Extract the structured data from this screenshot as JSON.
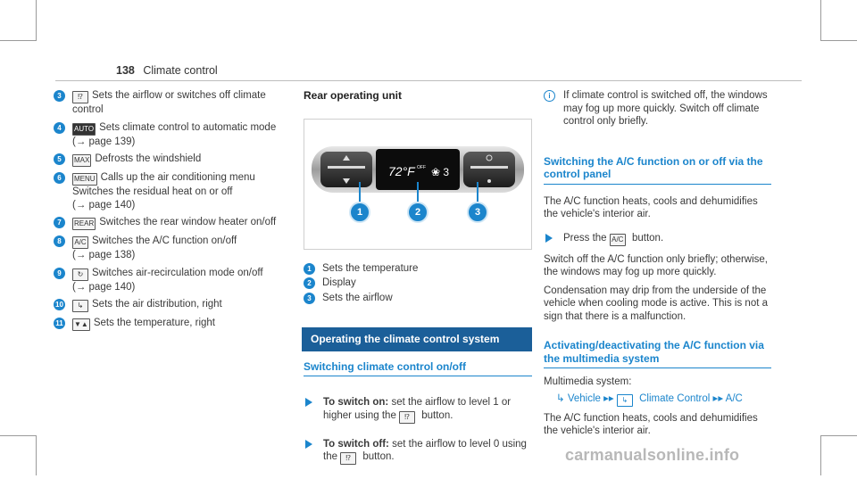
{
  "header": {
    "page_number": "138",
    "section": "Climate control"
  },
  "left_items": [
    {
      "num": "3",
      "icon": "fan-icon",
      "glyph": "⁉",
      "text": "Sets the airflow or switches off climate control"
    },
    {
      "num": "4",
      "icon": "auto-icon",
      "glyph": "AUTO",
      "text": "Sets climate control to automatic mode (→ page 139)"
    },
    {
      "num": "5",
      "icon": "windshield-defrost-icon",
      "glyph": "MAX",
      "text": "Defrosts the windshield"
    },
    {
      "num": "6",
      "icon": "menu-icon",
      "glyph": "MENU",
      "text": "Calls up the air conditioning menu\nSwitches the residual heat on or off\n(→ page 140)"
    },
    {
      "num": "7",
      "icon": "rear-window-heater-icon",
      "glyph": "REAR",
      "text": "Switches the rear window heater on/off"
    },
    {
      "num": "8",
      "icon": "ac-icon",
      "glyph": "A/C",
      "text": "Switches the A/C function on/off\n(→ page 138)"
    },
    {
      "num": "9",
      "icon": "recirculation-icon",
      "glyph": "↻",
      "text": "Switches air-recirculation mode on/off\n(→ page 140)"
    },
    {
      "num": "10",
      "icon": "air-distribution-icon",
      "glyph": "↳",
      "text": "Sets the air distribution, right"
    },
    {
      "num": "11",
      "icon": "temperature-icon",
      "glyph": "▼▲",
      "text": "Sets the temperature, right"
    }
  ],
  "rear": {
    "title": "Rear operating unit",
    "display": {
      "temp": "72°F",
      "off": "OFF",
      "fan": "❀ 3"
    },
    "callouts": [
      "1",
      "2",
      "3"
    ],
    "legend": [
      {
        "num": "1",
        "text": "Sets the temperature"
      },
      {
        "num": "2",
        "text": "Display"
      },
      {
        "num": "3",
        "text": "Sets the airflow"
      }
    ]
  },
  "operating": {
    "bar_title": "Operating the climate control system",
    "subhead": "Switching climate control on/off",
    "step1_bold": "To switch on:",
    "step1_text": " set the airflow to level 1 or higher using the ",
    "step1_end": " button.",
    "step2_bold": "To switch off:",
    "step2_text": " set the airflow to level 0 using the ",
    "step2_end": " button."
  },
  "right": {
    "info": "If climate control is switched off, the windows may fog up more quickly. Switch off climate control only briefly.",
    "sub1": "Switching the A/C function on or off via the control panel",
    "p1": "The A/C function heats, cools and dehumidifies the vehicle's interior air.",
    "press_pre": "Press the ",
    "press_post": " button.",
    "p2": "Switch off the A/C function only briefly; otherwise, the windows may fog up more quickly.",
    "p3": "Condensation may drip from the underside of the vehicle when cooling mode is active. This is not a sign that there is a malfunction.",
    "sub2": "Activating/deactivating the A/C function via the multimedia system",
    "p4": "Multimedia system:",
    "path": [
      "Vehicle",
      "Climate Control",
      "A/C"
    ],
    "p5": "The A/C function heats, cools and dehumidifies the vehicle's interior air."
  },
  "watermark": "carmanualsonline.info",
  "colors": {
    "accent": "#1b85cc",
    "bar": "#1b5f99"
  }
}
